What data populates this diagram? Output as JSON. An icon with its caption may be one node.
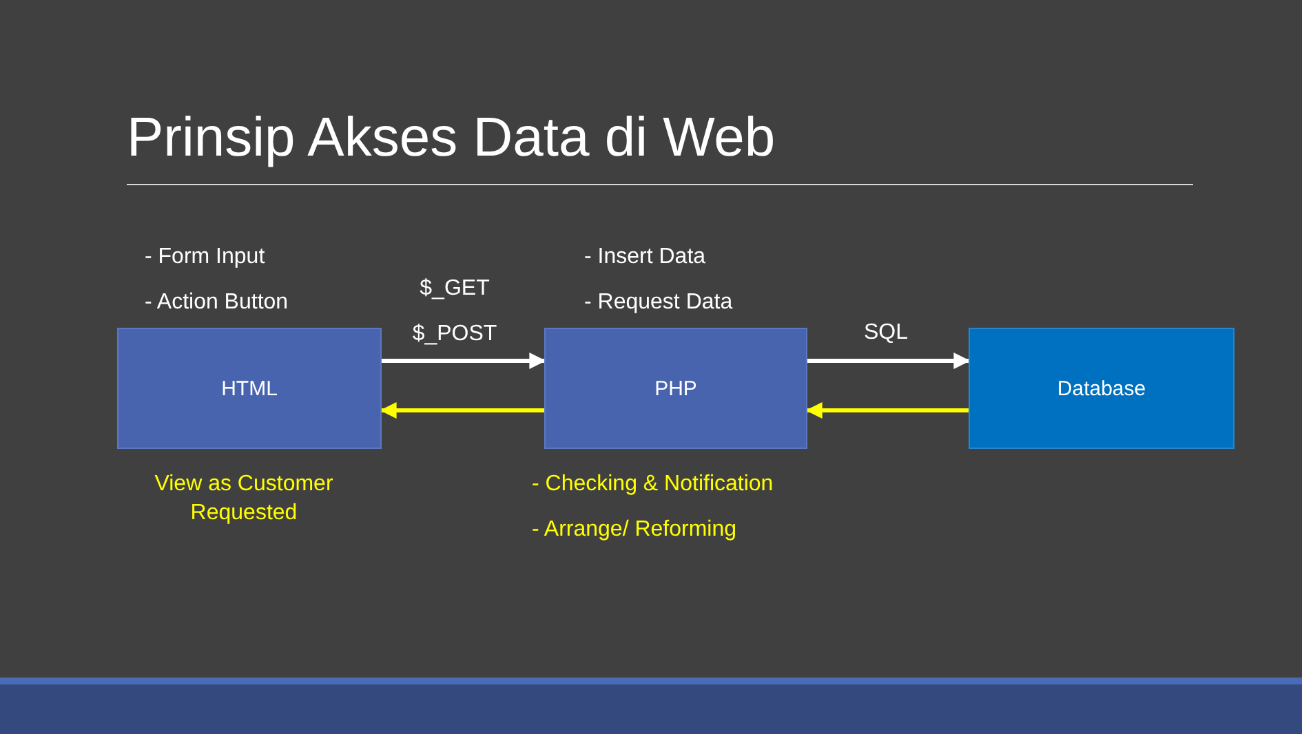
{
  "diagram": {
    "title": "Prinsip Akses Data di Web",
    "nodes": [
      {
        "text": [
          "HTML"
        ],
        "beside": [
          "- Form Input",
          "- Action Button",
          "View as Customer Requested"
        ]
      },
      {
        "text": [
          "PHP"
        ],
        "beside": [
          "- Insert Data",
          "- Request Data",
          "- Checking & Notification",
          "- Arrange/ Reforming"
        ]
      },
      {
        "text": [
          "Database"
        ]
      }
    ],
    "edges": [
      {
        "from": 0,
        "to": 1,
        "arrow": "to",
        "label": "$_GET $_POST"
      },
      {
        "from": 1,
        "to": 0,
        "arrow": "to",
        "color": "#ffff00"
      },
      {
        "from": 1,
        "to": 2,
        "arrow": "to",
        "label": "SQL"
      },
      {
        "from": 2,
        "to": 1,
        "arrow": "to",
        "color": "#ffff00"
      }
    ]
  }
}
